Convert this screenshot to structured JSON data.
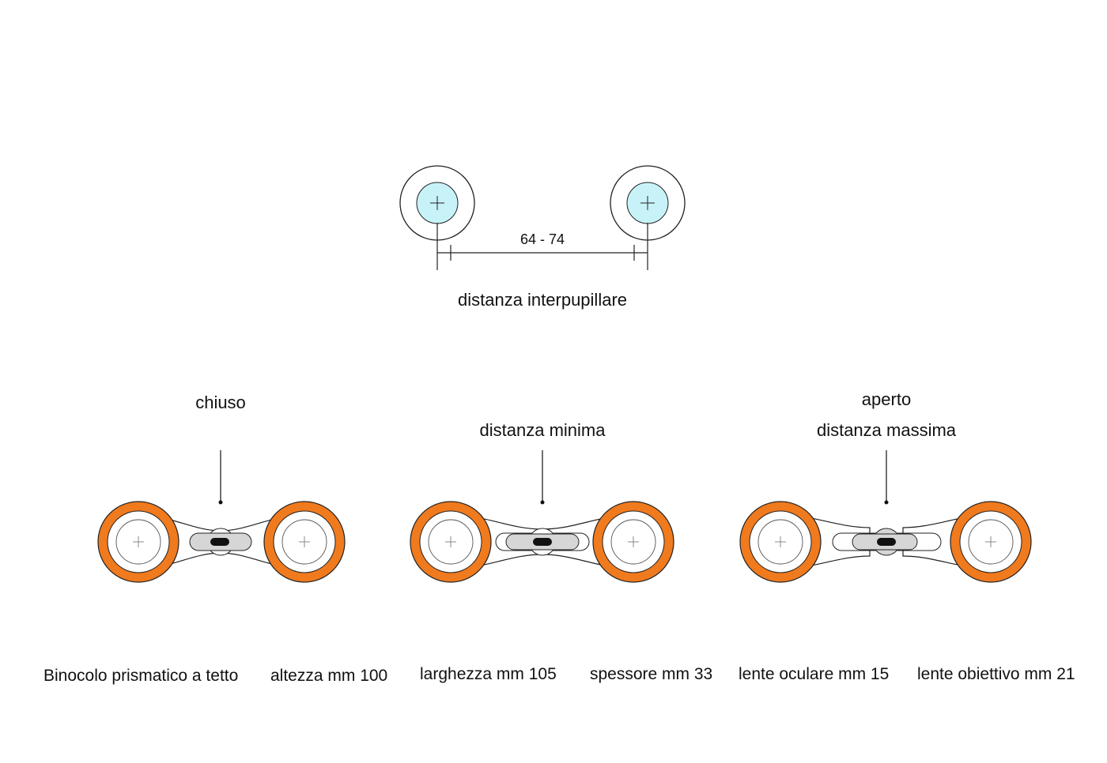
{
  "top_diagram": {
    "measurement": "64 - 74",
    "caption": "distanza interpupillare"
  },
  "states": [
    {
      "label_line1": "chiuso",
      "label_line2": ""
    },
    {
      "label_line1": "distanza minima",
      "label_line2": ""
    },
    {
      "label_line1": "aperto",
      "label_line2": "distanza massima"
    }
  ],
  "specs": [
    "Binocolo prismatico a tetto",
    "altezza mm 100",
    "larghezza mm 105",
    "spessore mm 33",
    "lente oculare mm 15",
    "lente obiettivo mm 21"
  ],
  "colors": {
    "orange": "#F07A1E",
    "lens_blue": "#C7F2F8",
    "slider_grey": "#D6D6D6",
    "line": "#222222"
  }
}
